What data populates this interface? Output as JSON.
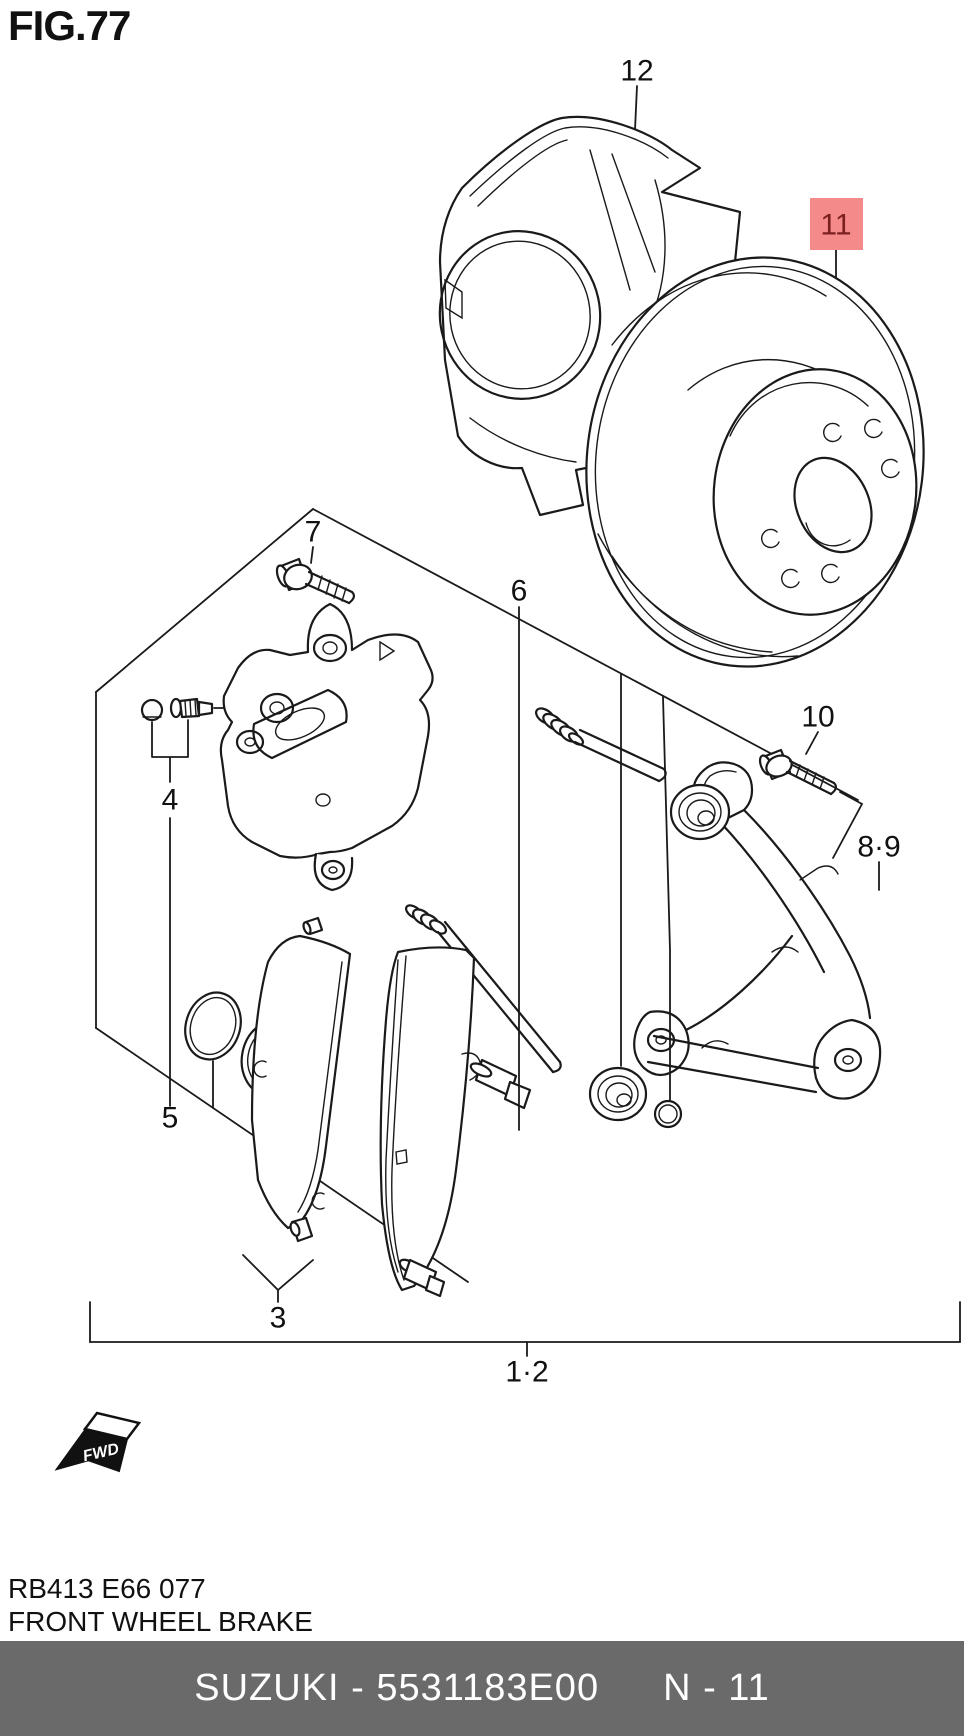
{
  "page": {
    "fig_label": "FIG.77"
  },
  "colors": {
    "highlight_bg": "#f48a8a",
    "highlight_text": "#7b1f1f",
    "footer_bg": "#6a6a6a",
    "footer_text": "#ffffff",
    "line": "#1a1a1a"
  },
  "diagram": {
    "part_labels": [
      {
        "id": "12",
        "text": "12",
        "highlighted": false
      },
      {
        "id": "11",
        "text": "11",
        "highlighted": true
      },
      {
        "id": "7",
        "text": "7",
        "highlighted": false
      },
      {
        "id": "6",
        "text": "6",
        "highlighted": false
      },
      {
        "id": "4",
        "text": "4",
        "highlighted": false
      },
      {
        "id": "10",
        "text": "10",
        "highlighted": false
      },
      {
        "id": "8-9",
        "text": "8·9",
        "highlighted": false
      },
      {
        "id": "5",
        "text": "5",
        "highlighted": false
      },
      {
        "id": "3",
        "text": "3",
        "highlighted": false
      },
      {
        "id": "1-2",
        "text": "1·2",
        "highlighted": false
      }
    ],
    "fwd_badge_text": "FWD"
  },
  "footnote": {
    "drawing_code": "RB413 E66 077",
    "drawing_title": "FRONT WHEEL BRAKE"
  },
  "footer": {
    "left": "SUZUKI - 5531183E00",
    "right": "N - 11"
  }
}
